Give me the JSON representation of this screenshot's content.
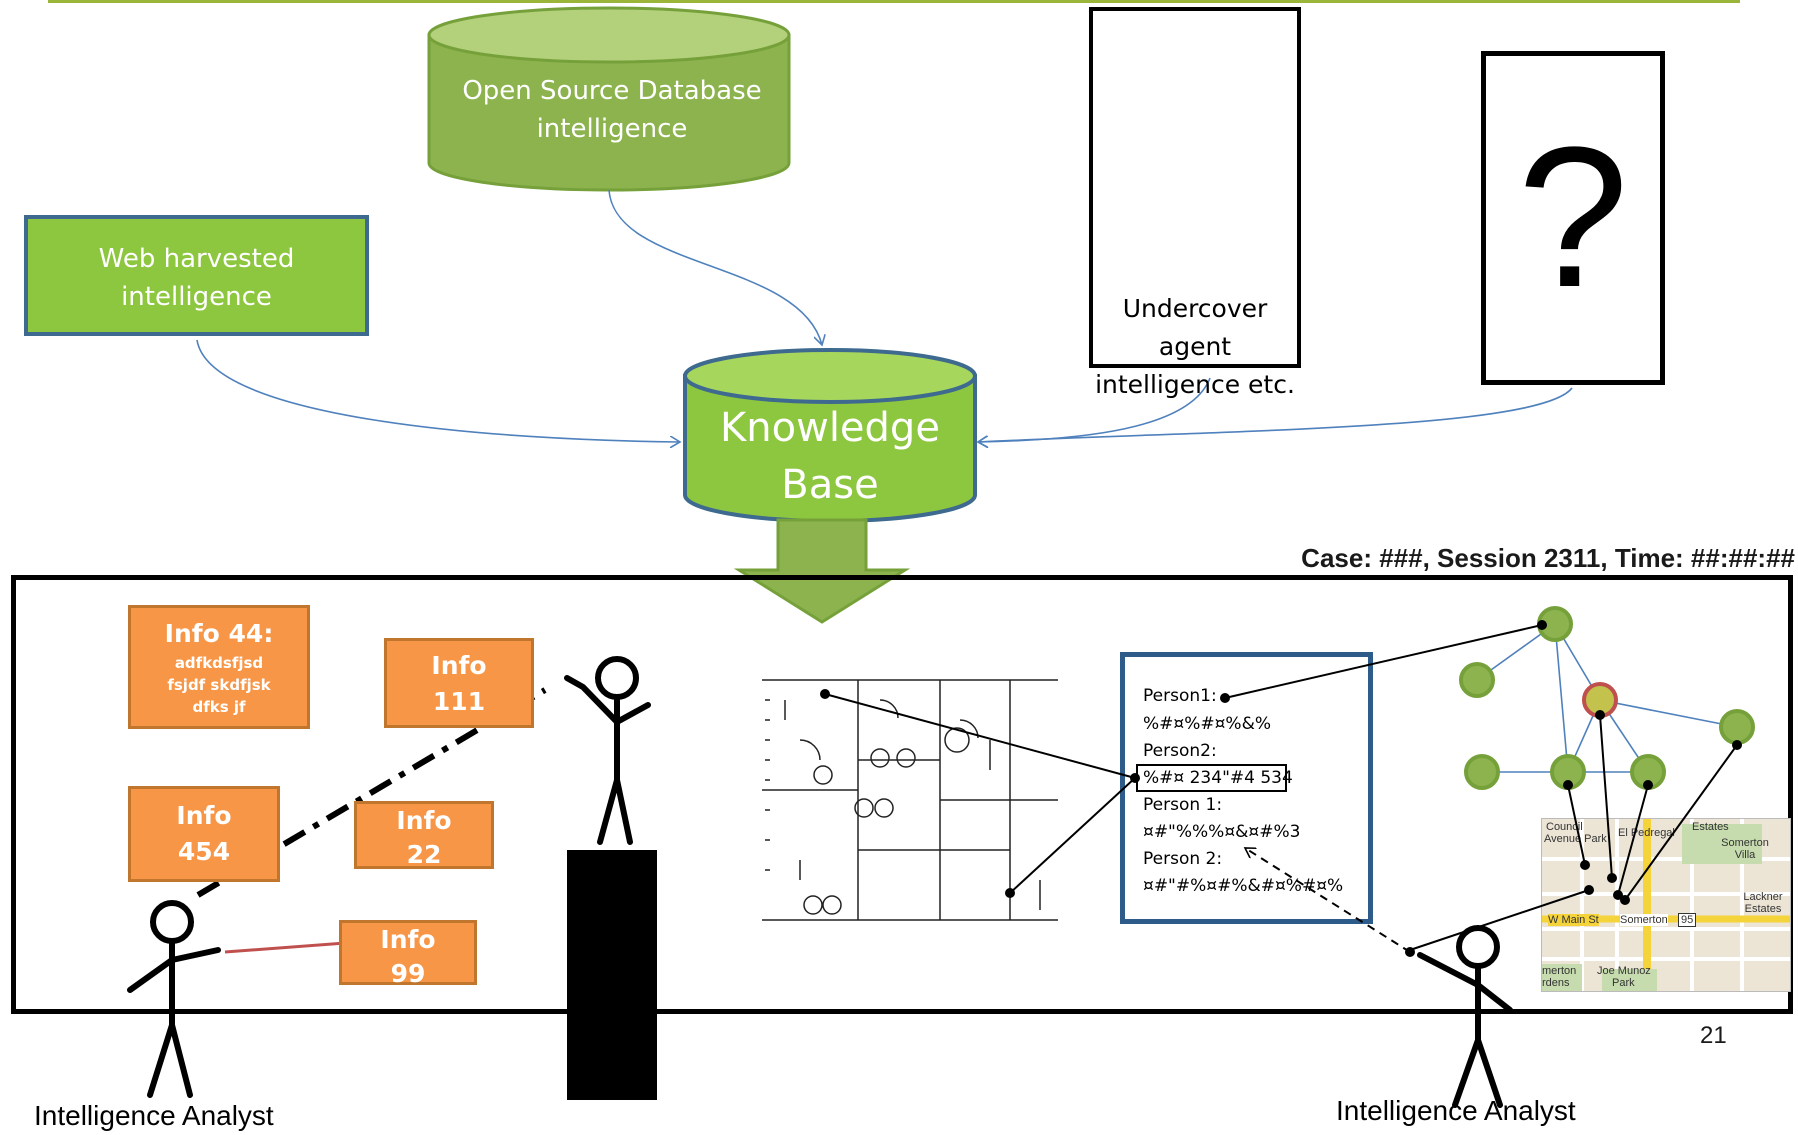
{
  "sources": {
    "open_source_db": {
      "line1": "Open Source Database",
      "line2": "intelligence"
    },
    "web_harvested": {
      "line1": "Web harvested",
      "line2": "intelligence"
    },
    "undercover_agent": {
      "line1": "Undercover agent",
      "line2": "intelligence etc."
    },
    "unknown_source": {
      "mark": "?"
    }
  },
  "knowledge_base": {
    "line1": "Knowledge",
    "line2": "Base"
  },
  "session_header": "Case: ###, Session 2311, Time: ##:##:##",
  "info_cards": {
    "info44": {
      "title": "Info 44:",
      "body1": "adfkdsfjsd",
      "body2": "fsjdf skdfjsk",
      "body3": "dfks jf"
    },
    "info111": {
      "line1": "Info",
      "line2": "111"
    },
    "info454": {
      "line1": "Info",
      "line2": "454"
    },
    "info22": {
      "line1": "Info",
      "line2": "22"
    },
    "info99": {
      "line1": "Info",
      "line2": "99"
    }
  },
  "person_note": {
    "l1": "Person1:",
    "l2": "%#¤%#¤%&%",
    "l3": "Person2:",
    "l4": "%#¤ 234\"#4 534",
    "l5": "Person 1:",
    "l6": "¤#\"%%%¤&¤#%3",
    "l7": "Person 2:",
    "l8": "¤#\"#%¤#%&#¤%#¤%"
  },
  "map_labels": {
    "council": "Council",
    "avenue_park": "Avenue Park",
    "el_pedregal": "El Pedregal",
    "estates": "Estates",
    "somerton_villa": "Somerton Villa",
    "lackner_estates": "Lackner Estates",
    "w_main_st": "W Main St",
    "somerton": "Somerton",
    "route": "95",
    "joe_munoz": "Joe Munoz",
    "park": "Park",
    "merton": "merton",
    "rdens": "rdens"
  },
  "analysts": {
    "left": "Intelligence Analyst",
    "right": "Intelligence Analyst"
  },
  "page_number": "21",
  "colors": {
    "green_cylinder": "#8db34f",
    "green_box": "#8dc63f",
    "box_border": "#3e6a8f",
    "info_orange": "#f79646",
    "arrow_blue": "#4f81bd",
    "graph_node": "#8db34f",
    "graph_highlight": "#c0504d"
  }
}
